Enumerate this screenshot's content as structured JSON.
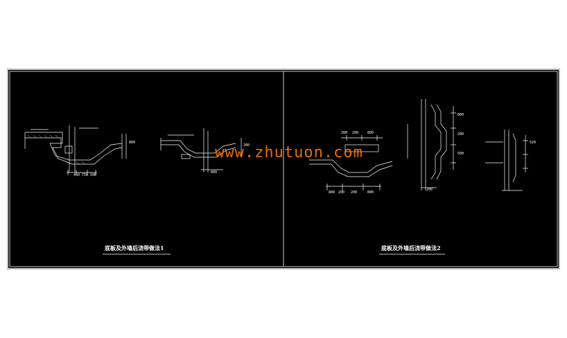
{
  "watermark": "www.zhutuon.com",
  "panels": {
    "left": {
      "caption": "底板及外墙后浇带做法1"
    },
    "right": {
      "caption": "底板及外墙后浇带做法2"
    }
  },
  "dimensions": {
    "d1": "800",
    "d2": "450",
    "d3": "750",
    "d4": "500",
    "d5": "200",
    "d6": "800",
    "d7": "200",
    "d8": "200",
    "d9": "800",
    "d10": "800",
    "d11": "200",
    "d12": "200",
    "d13": "800",
    "d14": "800",
    "d15": "200",
    "d16": "500",
    "d17": "200",
    "d18": "520"
  },
  "colors": {
    "background": "#000000",
    "lines": "#ffffff",
    "watermark": "#ff7a00",
    "frame": "#ffffff"
  }
}
